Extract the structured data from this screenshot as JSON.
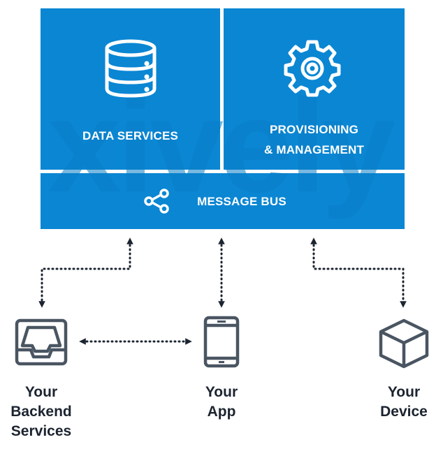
{
  "platform": {
    "watermark_text": "xively",
    "data_services": {
      "label": "DATA SERVICES",
      "icon": "database-icon"
    },
    "provisioning": {
      "label_line1": "PROVISIONING",
      "label_line2": "& MANAGEMENT",
      "icon": "gear-icon"
    },
    "message_bus": {
      "label": "MESSAGE BUS",
      "icon": "share-icon"
    }
  },
  "endpoints": {
    "backend": {
      "line1": "Your",
      "line2": "Backend",
      "line3": "Services",
      "icon": "inbox-tray-icon"
    },
    "app": {
      "line1": "Your",
      "line2": "App",
      "icon": "tablet-icon"
    },
    "device": {
      "line1": "Your",
      "line2": "Device",
      "icon": "cube-icon"
    }
  },
  "colors": {
    "panel_blue": "#0a86d3",
    "watermark": "#0b7ec6",
    "text_dark": "#1c2430",
    "icon_gray": "#4a5562",
    "connector": "#1c2430"
  }
}
